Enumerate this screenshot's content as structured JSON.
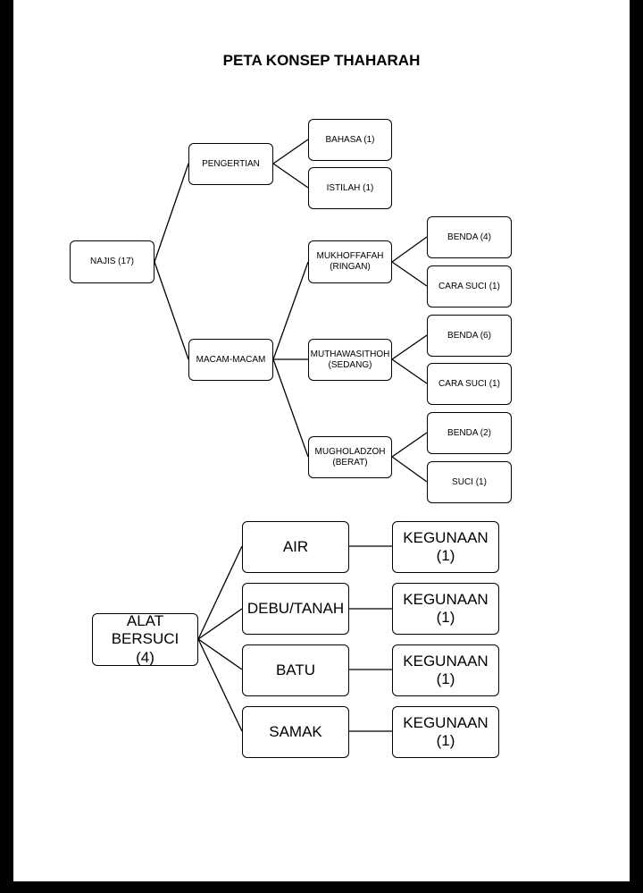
{
  "title": "PETA KONSEP THAHARAH",
  "nodes": {
    "najis": "NAJIS (17)",
    "pengertian": "PENGERTIAN",
    "bahasa": "BAHASA (1)",
    "istilah": "ISTILAH (1)",
    "macam": "MACAM-MACAM",
    "mukhoffafah": "MUKHOFFAFAH\n(RINGAN)",
    "mukh_benda": "BENDA (4)",
    "mukh_cara": "CARA SUCI (1)",
    "muthawasithoh": "MUTHAWASITHOH\n(SEDANG)",
    "muth_benda": "BENDA (6)",
    "muth_cara": "CARA SUCI (1)",
    "mugholadzoh": "MUGHOLADZOH\n(BERAT)",
    "mugh_benda": "BENDA (2)",
    "mugh_suci": "SUCI (1)",
    "alat": "ALAT BERSUCI\n(4)",
    "air": "AIR",
    "air_keg": "KEGUNAAN\n(1)",
    "debu": "DEBU/TANAH",
    "debu_keg": "KEGUNAAN\n(1)",
    "batu": "BATU",
    "batu_keg": "KEGUNAAN\n(1)",
    "samak": "SAMAK",
    "samak_keg": "KEGUNAAN\n(1)"
  }
}
